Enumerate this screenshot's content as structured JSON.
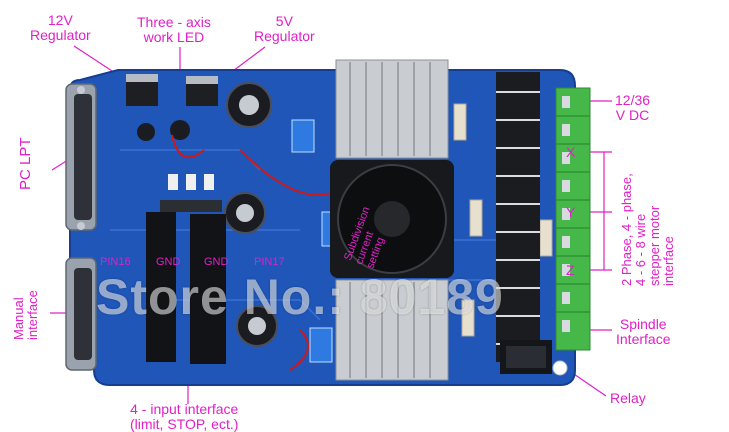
{
  "labels": {
    "reg12": [
      "12V",
      "Regulator"
    ],
    "axis_led": [
      "Three - axis",
      "work LED"
    ],
    "reg5": [
      "5V",
      "Regulator"
    ],
    "pc_lpt": "PC LPT",
    "manual": [
      "Manual",
      "interface"
    ],
    "pin16": "PIN16",
    "gnd1": "GND",
    "gnd2": "GND",
    "pin17": "PIN17",
    "current": [
      "Subdivision",
      "current",
      "setting"
    ],
    "dc": [
      "12/36",
      "V DC"
    ],
    "axis_x": "X",
    "axis_y": "Y",
    "axis_z": "Z",
    "stepper": [
      "2 Phase, 4 - phase,",
      "4 - 6 - 8 wire",
      "stepper motor",
      "interface"
    ],
    "spindle": [
      "Spindle",
      "Interface"
    ],
    "relay": "Relay",
    "inputs": [
      "4 - input interface",
      "(limit, STOP, ect.)"
    ]
  },
  "watermark": "Store No.: 80189",
  "colors": {
    "annotation": "#e020c8",
    "pcb": "#1f56b8",
    "terminal": "#46b84a",
    "heatsink": "#c9ccd0"
  }
}
